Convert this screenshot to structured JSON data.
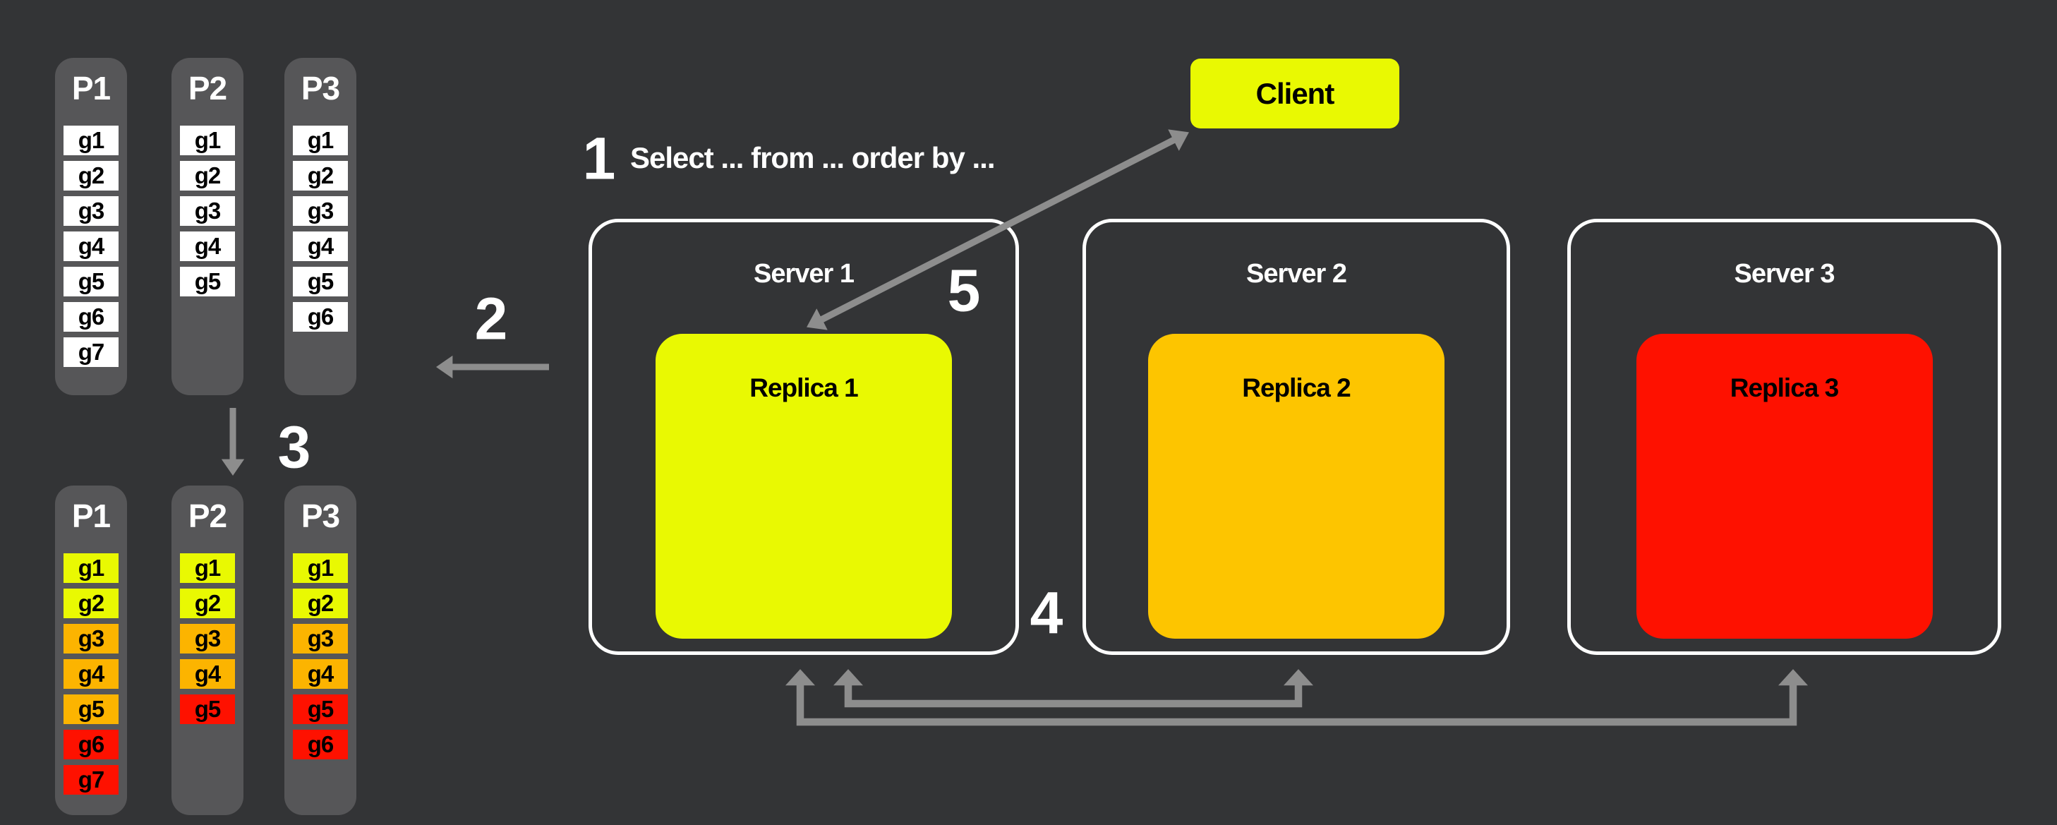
{
  "colors": {
    "bg": "#333436",
    "col_bg": "#565658",
    "c_yellow": "#e9f902",
    "c_orange": "#fdc500",
    "c_orange_cell": "#fcb400",
    "c_red": "#fe1100",
    "arrow": "#8d8d8d",
    "server_border": "#ffffff"
  },
  "steps": [
    {
      "number": "1",
      "label": "Select ... from ... order by ..."
    },
    {
      "number": "2",
      "label": ""
    },
    {
      "number": "3",
      "label": ""
    },
    {
      "number": "4",
      "label": ""
    },
    {
      "number": "5",
      "label": ""
    }
  ],
  "client": {
    "label": "Client"
  },
  "servers": [
    {
      "label": "Server 1",
      "replica_label": "Replica 1",
      "replica_color": "yellow"
    },
    {
      "label": "Server 2",
      "replica_label": "Replica 2",
      "replica_color": "orange"
    },
    {
      "label": "Server 3",
      "replica_label": "Replica 3",
      "replica_color": "red"
    }
  ],
  "partitions_before": [
    {
      "label": "P1",
      "cells": [
        {
          "label": "g1",
          "color": "white"
        },
        {
          "label": "g2",
          "color": "white"
        },
        {
          "label": "g3",
          "color": "white"
        },
        {
          "label": "g4",
          "color": "white"
        },
        {
          "label": "g5",
          "color": "white"
        },
        {
          "label": "g6",
          "color": "white"
        },
        {
          "label": "g7",
          "color": "white"
        }
      ]
    },
    {
      "label": "P2",
      "cells": [
        {
          "label": "g1",
          "color": "white"
        },
        {
          "label": "g2",
          "color": "white"
        },
        {
          "label": "g3",
          "color": "white"
        },
        {
          "label": "g4",
          "color": "white"
        },
        {
          "label": "g5",
          "color": "white"
        }
      ]
    },
    {
      "label": "P3",
      "cells": [
        {
          "label": "g1",
          "color": "white"
        },
        {
          "label": "g2",
          "color": "white"
        },
        {
          "label": "g3",
          "color": "white"
        },
        {
          "label": "g4",
          "color": "white"
        },
        {
          "label": "g5",
          "color": "white"
        },
        {
          "label": "g6",
          "color": "white"
        }
      ]
    }
  ],
  "partitions_after": [
    {
      "label": "P1",
      "cells": [
        {
          "label": "g1",
          "color": "yellow"
        },
        {
          "label": "g2",
          "color": "yellow"
        },
        {
          "label": "g3",
          "color": "orange"
        },
        {
          "label": "g4",
          "color": "orange"
        },
        {
          "label": "g5",
          "color": "orange"
        },
        {
          "label": "g6",
          "color": "red"
        },
        {
          "label": "g7",
          "color": "red"
        }
      ]
    },
    {
      "label": "P2",
      "cells": [
        {
          "label": "g1",
          "color": "yellow"
        },
        {
          "label": "g2",
          "color": "yellow"
        },
        {
          "label": "g3",
          "color": "orange"
        },
        {
          "label": "g4",
          "color": "orange"
        },
        {
          "label": "g5",
          "color": "red"
        }
      ]
    },
    {
      "label": "P3",
      "cells": [
        {
          "label": "g1",
          "color": "yellow"
        },
        {
          "label": "g2",
          "color": "yellow"
        },
        {
          "label": "g3",
          "color": "orange"
        },
        {
          "label": "g4",
          "color": "orange"
        },
        {
          "label": "g5",
          "color": "red"
        },
        {
          "label": "g6",
          "color": "red"
        }
      ]
    }
  ]
}
